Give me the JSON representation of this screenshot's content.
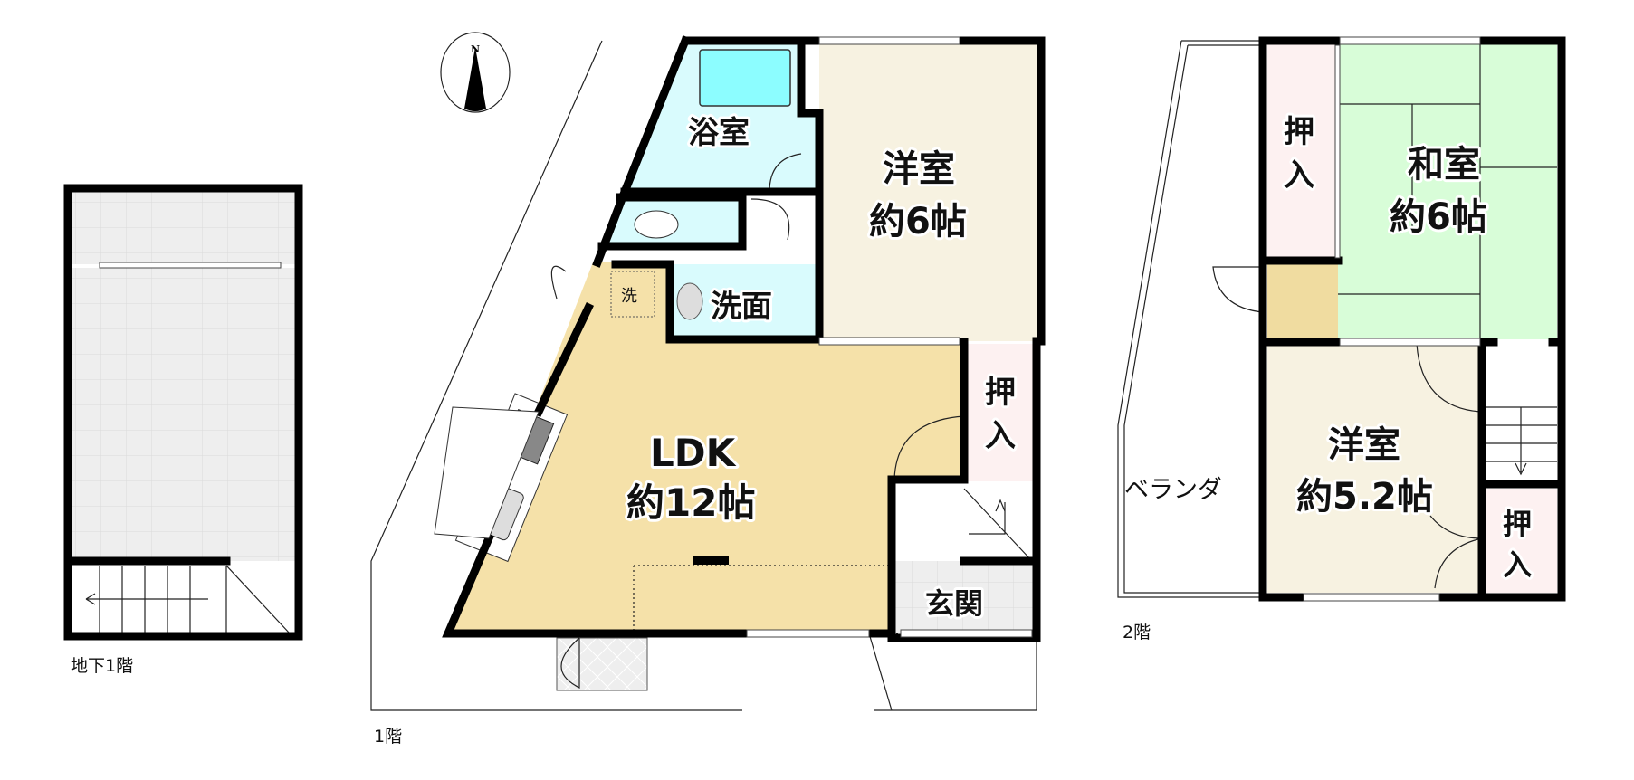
{
  "floors": {
    "basement": {
      "label": "地下1階"
    },
    "first": {
      "label": "1階",
      "rooms": {
        "bath": "浴室",
        "western": {
          "name": "洋室",
          "size": "約6帖"
        },
        "washroom": "洗面",
        "laundry": "洗",
        "ldk": {
          "name": "LDK",
          "size": "約12帖"
        },
        "closet": {
          "line1": "押",
          "line2": "入"
        },
        "entrance": "玄関"
      },
      "compass": "N"
    },
    "second": {
      "label": "2階",
      "rooms": {
        "closet_left": {
          "line1": "押",
          "line2": "入"
        },
        "japanese": {
          "name": "和室",
          "size": "約6帖"
        },
        "western": {
          "name": "洋室",
          "size": "約5.2帖"
        },
        "closet_right": {
          "line1": "押",
          "line2": "入"
        },
        "veranda": "ベランダ"
      }
    }
  },
  "colors": {
    "western": "#f7f2e1",
    "ldk": "#f5e1a9",
    "wet": "#d9fbfd",
    "closet": "#fdf1f1",
    "japanese": "#d8fdd8",
    "floor_tile": "#eeeeee",
    "hall": "#f0dca0"
  }
}
